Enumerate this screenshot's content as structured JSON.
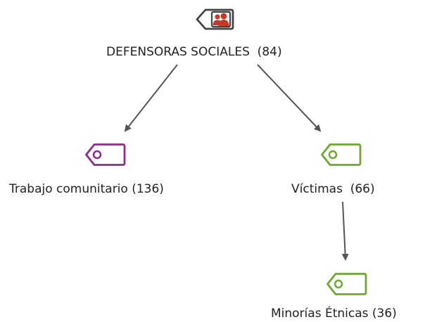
{
  "nodes": [
    {
      "id": "defensoras",
      "label": "DEFENSORAS SOCIALES  (84)",
      "icon": "document-group-icon",
      "color": "#c0392b"
    },
    {
      "id": "trabajo",
      "label": "Trabajo comunitario (136)",
      "icon": "code-tag-icon",
      "color": "#8e2c8e"
    },
    {
      "id": "victimas",
      "label": "Víctimas  (66)",
      "icon": "code-tag-icon",
      "color": "#6ca832"
    },
    {
      "id": "minorias",
      "label": "Minorías Étnicas (36)",
      "icon": "code-tag-icon",
      "color": "#6ca832"
    }
  ],
  "edges": [
    {
      "from": "DEFENSORAS SOCIALES",
      "to": "Trabajo comunitario"
    },
    {
      "from": "DEFENSORAS SOCIALES",
      "to": "Víctimas"
    },
    {
      "from": "Víctimas",
      "to": "Minorías Étnicas"
    }
  ],
  "colors": {
    "arrow": "#555555",
    "icon_outline": "#444444"
  }
}
